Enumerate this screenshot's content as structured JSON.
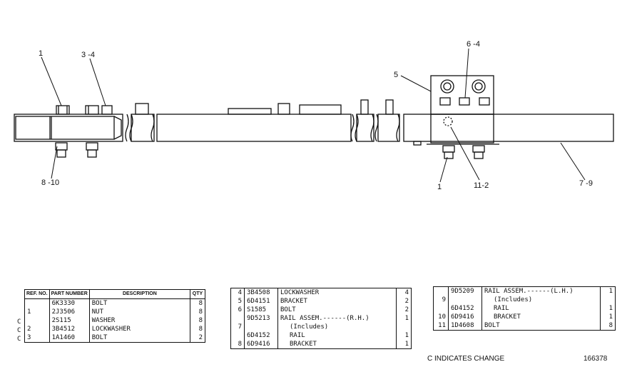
{
  "callouts": {
    "c1_top": "1",
    "c34": "3 -4",
    "c5": "5",
    "c64": "6 -4",
    "c810": "8 -10",
    "c1_bottom": "1",
    "c112": "11-2",
    "c79": "7 -9"
  },
  "table1": {
    "headers": [
      "REF. NO.",
      "PART NUMBER",
      "DESCRIPTION",
      "QTY"
    ],
    "rows": [
      {
        "mark": "",
        "ref": "",
        "part": "6K3330",
        "desc": "BOLT",
        "qty": "8"
      },
      {
        "mark": "C",
        "ref": "1",
        "part": "2J3506",
        "desc": "NUT",
        "qty": "8"
      },
      {
        "mark": "C",
        "ref": "",
        "part": "2S115",
        "desc": "WASHER",
        "qty": "8"
      },
      {
        "mark": "C",
        "ref": "2",
        "part": "3B4512",
        "desc": "LOCKWASHER",
        "qty": "8"
      },
      {
        "mark": "",
        "ref": "3",
        "part": "1A1460",
        "desc": "BOLT",
        "qty": "2"
      }
    ]
  },
  "table2": {
    "rows": [
      {
        "ref": "4",
        "part": "3B4508",
        "desc": "LOCKWASHER",
        "qty": "4"
      },
      {
        "ref": "5",
        "part": "6D4151",
        "desc": "BRACKET",
        "qty": "2"
      },
      {
        "ref": "6",
        "part": "S1585",
        "desc": "BOLT",
        "qty": "2"
      },
      {
        "ref": "",
        "part": "9D5213",
        "desc": "RAIL ASSEM.------(R.H.)",
        "qty": "1"
      },
      {
        "ref": "7",
        "part": "",
        "desc": "(Includes)",
        "qty": ""
      },
      {
        "ref": "",
        "part": "6D4152",
        "desc": "RAIL",
        "qty": "1"
      },
      {
        "ref": "8",
        "part": "6D9416",
        "desc": "BRACKET",
        "qty": "1"
      }
    ]
  },
  "table3": {
    "rows": [
      {
        "ref": "",
        "part": "9D5209",
        "desc": "RAIL ASSEM.------(L.H.)",
        "qty": "1"
      },
      {
        "ref": "9",
        "part": "",
        "desc": "(Includes)",
        "qty": ""
      },
      {
        "ref": "",
        "part": "6D4152",
        "desc": "RAIL",
        "qty": "1"
      },
      {
        "ref": "10",
        "part": "6D9416",
        "desc": "BRACKET",
        "qty": "1"
      },
      {
        "ref": "11",
        "part": "1D4608",
        "desc": "BOLT",
        "qty": "8"
      }
    ]
  },
  "footer": {
    "legend": "C INDICATES CHANGE",
    "figure_number": "166378"
  }
}
